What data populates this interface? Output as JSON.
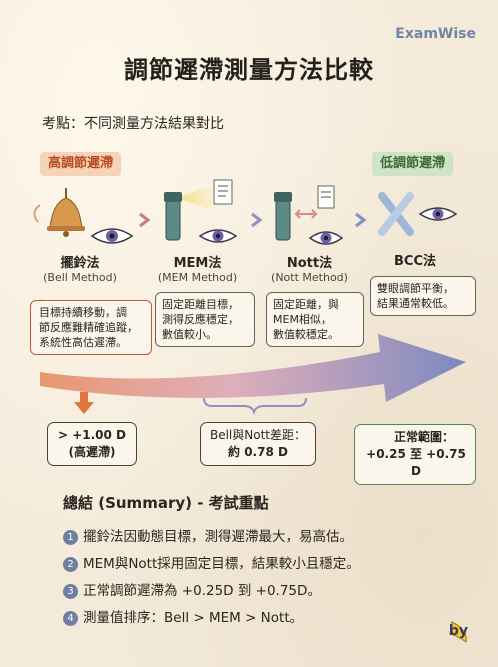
{
  "brand": "ExamWise",
  "title": "調節遲滯測量方法比較",
  "subtitle": "考點：不同測量方法結果對比",
  "tags": {
    "high": "高調節遲滯",
    "low": "低調節遲滯"
  },
  "methods": [
    {
      "name": "擺鈴法",
      "sub": "(Bell Method)",
      "note": [
        "目標持續移動，調",
        "節反應難精確追蹤，",
        "系統性高估遲滯。"
      ]
    },
    {
      "name": "MEM法",
      "sub": "(MEM Method)",
      "note": [
        "固定距離目標，",
        "測得反應穩定，",
        "數值較小。"
      ]
    },
    {
      "name": "Nott法",
      "sub": "(Nott Method)",
      "note": [
        "固定距離，與",
        "MEM相似，",
        "數值較穩定。"
      ]
    },
    {
      "name": "BCC法",
      "sub": "",
      "note": [
        "雙眼調節平衡，",
        "結果通常較低。"
      ]
    }
  ],
  "results": {
    "bell": [
      "> +1.00 D",
      "(高遲滯)"
    ],
    "diff": [
      "Bell與Nott差距：",
      "約 0.78 D"
    ],
    "normal": [
      "正常範圍：",
      "+0.25 至 +0.75 D"
    ]
  },
  "summary": {
    "title": "總結 (Summary) - 考試重點",
    "items": [
      {
        "num": "1",
        "text": "擺鈴法因動態目標，測得遲滯最大，易高估。"
      },
      {
        "num": "2",
        "text": "MEM與Nott採用固定目標，結果較小且穩定。"
      },
      {
        "num": "3",
        "text": "正常調節遲滯為 +0.25D 到 +0.75D。"
      },
      {
        "num": "4",
        "text": "測量值排序：Bell > MEM > Nott。"
      }
    ]
  },
  "byline": "by",
  "colors": {
    "accent_orange": "#e0763a",
    "arrow_blue": "#6f7fc0",
    "ok_green": "#4f8a48"
  }
}
